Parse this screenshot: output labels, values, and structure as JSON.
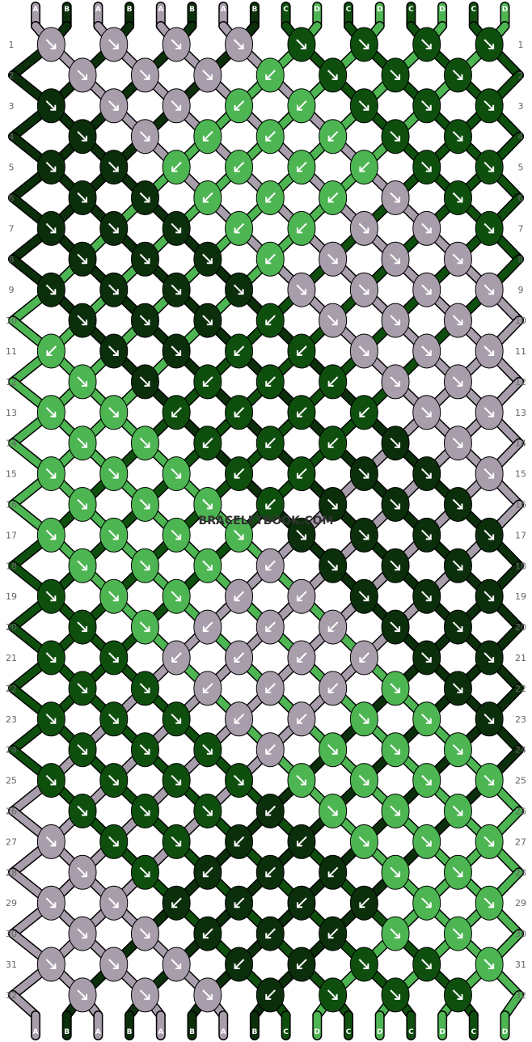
{
  "watermark": "BRACELETBOOK.COM",
  "colors": {
    "A": "#a89dab",
    "B": "#0b2e0b",
    "C": "#0e4f0e",
    "D": "#4db552"
  },
  "strands": [
    "A",
    "B",
    "A",
    "B",
    "A",
    "B",
    "A",
    "B",
    "C",
    "D",
    "C",
    "D",
    "C",
    "D",
    "C",
    "D"
  ],
  "rows": [
    "1",
    "2",
    "3",
    "4",
    "5",
    "6",
    "7",
    "8",
    "9",
    "10",
    "11",
    "12",
    "13",
    "14",
    "15",
    "16",
    "17",
    "18",
    "19",
    "20",
    "21",
    "22",
    "23",
    "24",
    "25",
    "26",
    "27",
    "28",
    "29",
    "30",
    "31",
    "32"
  ],
  "knots": [
    [
      "A",
      "A",
      "A",
      "A",
      "C",
      "C",
      "C",
      "C"
    ],
    [
      "A",
      "A",
      "A",
      "D",
      "C",
      "C",
      "C"
    ],
    [
      "B",
      "A",
      "A",
      "D",
      "D",
      "C",
      "C",
      "C"
    ],
    [
      "B",
      "A",
      "D",
      "D",
      "D",
      "C",
      "C"
    ],
    [
      "B",
      "B",
      "D",
      "D",
      "D",
      "D",
      "C",
      "C"
    ],
    [
      "B",
      "B",
      "D",
      "D",
      "D",
      "A",
      "C"
    ],
    [
      "B",
      "B",
      "B",
      "D",
      "D",
      "A",
      "A",
      "C"
    ],
    [
      "B",
      "B",
      "B",
      "D",
      "A",
      "A",
      "A"
    ],
    [
      "B",
      "B",
      "B",
      "B",
      "A",
      "A",
      "A",
      "A"
    ],
    [
      "B",
      "B",
      "B",
      "C",
      "A",
      "A",
      "A"
    ],
    [
      "D",
      "B",
      "B",
      "C",
      "C",
      "A",
      "A",
      "A"
    ],
    [
      "D",
      "B",
      "C",
      "C",
      "C",
      "A",
      "A"
    ],
    [
      "D",
      "D",
      "C",
      "C",
      "C",
      "C",
      "A",
      "A"
    ],
    [
      "D",
      "D",
      "C",
      "C",
      "C",
      "B",
      "A"
    ],
    [
      "D",
      "D",
      "D",
      "C",
      "C",
      "B",
      "B",
      "A"
    ],
    [
      "D",
      "D",
      "D",
      "C",
      "B",
      "B",
      "B"
    ],
    [
      "D",
      "D",
      "D",
      "D",
      "B",
      "B",
      "B",
      "B"
    ],
    [
      "D",
      "D",
      "D",
      "A",
      "B",
      "B",
      "B"
    ],
    [
      "C",
      "D",
      "D",
      "A",
      "A",
      "B",
      "B",
      "B"
    ],
    [
      "C",
      "D",
      "A",
      "A",
      "A",
      "B",
      "B"
    ],
    [
      "C",
      "C",
      "A",
      "A",
      "A",
      "A",
      "B",
      "B"
    ],
    [
      "C",
      "C",
      "A",
      "A",
      "A",
      "D",
      "B"
    ],
    [
      "C",
      "C",
      "C",
      "A",
      "A",
      "D",
      "D",
      "B"
    ],
    [
      "C",
      "C",
      "C",
      "A",
      "D",
      "D",
      "D"
    ],
    [
      "C",
      "C",
      "C",
      "C",
      "D",
      "D",
      "D",
      "D"
    ],
    [
      "C",
      "C",
      "C",
      "B",
      "D",
      "D",
      "D"
    ],
    [
      "A",
      "C",
      "C",
      "B",
      "B",
      "D",
      "D",
      "D"
    ],
    [
      "A",
      "C",
      "B",
      "B",
      "B",
      "D",
      "D"
    ],
    [
      "A",
      "A",
      "B",
      "B",
      "B",
      "B",
      "D",
      "D"
    ],
    [
      "A",
      "A",
      "B",
      "B",
      "B",
      "D",
      "D"
    ],
    [
      "A",
      "A",
      "A",
      "B",
      "B",
      "C",
      "C",
      "D"
    ],
    [
      "A",
      "A",
      "A",
      "B",
      "C",
      "C",
      "C"
    ]
  ],
  "dirs": [
    [
      "R",
      "R",
      "R",
      "R",
      "R",
      "R",
      "R",
      "R"
    ],
    [
      "R",
      "R",
      "R",
      "L",
      "R",
      "R",
      "R"
    ],
    [
      "R",
      "R",
      "R",
      "L",
      "L",
      "R",
      "R",
      "R"
    ],
    [
      "R",
      "R",
      "L",
      "L",
      "L",
      "R",
      "R"
    ],
    [
      "R",
      "R",
      "L",
      "L",
      "L",
      "L",
      "R",
      "R"
    ],
    [
      "R",
      "R",
      "L",
      "L",
      "L",
      "R",
      "R"
    ],
    [
      "R",
      "R",
      "R",
      "L",
      "L",
      "R",
      "R",
      "R"
    ],
    [
      "R",
      "R",
      "R",
      "L",
      "R",
      "R",
      "R"
    ],
    [
      "R",
      "R",
      "R",
      "R",
      "R",
      "R",
      "R",
      "R"
    ],
    [
      "R",
      "R",
      "R",
      "L",
      "R",
      "R",
      "R"
    ],
    [
      "L",
      "R",
      "R",
      "L",
      "L",
      "R",
      "R",
      "R"
    ],
    [
      "R",
      "R",
      "L",
      "L",
      "L",
      "R",
      "R"
    ],
    [
      "R",
      "R",
      "L",
      "L",
      "L",
      "L",
      "R",
      "R"
    ],
    [
      "R",
      "R",
      "L",
      "L",
      "L",
      "R",
      "R"
    ],
    [
      "R",
      "R",
      "R",
      "L",
      "L",
      "R",
      "R",
      "R"
    ],
    [
      "R",
      "R",
      "R",
      "L",
      "R",
      "R",
      "R"
    ],
    [
      "R",
      "R",
      "R",
      "R",
      "R",
      "R",
      "R",
      "R"
    ],
    [
      "R",
      "R",
      "R",
      "L",
      "R",
      "R",
      "R"
    ],
    [
      "R",
      "R",
      "R",
      "L",
      "L",
      "R",
      "R",
      "R"
    ],
    [
      "R",
      "R",
      "L",
      "L",
      "L",
      "R",
      "R"
    ],
    [
      "R",
      "R",
      "L",
      "L",
      "L",
      "L",
      "R",
      "R"
    ],
    [
      "R",
      "R",
      "L",
      "L",
      "L",
      "R",
      "R"
    ],
    [
      "R",
      "R",
      "R",
      "L",
      "L",
      "R",
      "R",
      "R"
    ],
    [
      "R",
      "R",
      "R",
      "L",
      "R",
      "R",
      "R"
    ],
    [
      "R",
      "R",
      "R",
      "R",
      "R",
      "R",
      "R",
      "R"
    ],
    [
      "R",
      "R",
      "R",
      "L",
      "R",
      "R",
      "R"
    ],
    [
      "R",
      "R",
      "R",
      "L",
      "L",
      "R",
      "R",
      "R"
    ],
    [
      "R",
      "R",
      "L",
      "L",
      "L",
      "R",
      "R"
    ],
    [
      "R",
      "R",
      "L",
      "L",
      "L",
      "L",
      "R",
      "R"
    ],
    [
      "R",
      "R",
      "L",
      "L",
      "L",
      "R",
      "R"
    ],
    [
      "R",
      "R",
      "R",
      "L",
      "L",
      "R",
      "R",
      "R"
    ],
    [
      "R",
      "R",
      "R",
      "L",
      "R",
      "R",
      "R"
    ]
  ]
}
